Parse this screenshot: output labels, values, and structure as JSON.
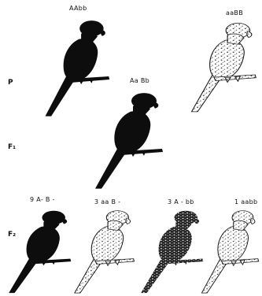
{
  "generations": {
    "p": "P",
    "f1": "F₁",
    "f2": "F₂"
  },
  "genotypes": {
    "p_left": "AAbb",
    "p_right": "aaBB",
    "f1": "Aa Bb",
    "f2_1": "9 A- B -",
    "f2_2": "3 aa B -",
    "f2_3": "3 A - bb",
    "f2_4": "1 aabb"
  },
  "colors": {
    "dark_bird": "#0d0d0d",
    "light_bird_fill": "#ffffff",
    "light_bird_speckle": "#1a1a1a",
    "perch": "#111111"
  }
}
